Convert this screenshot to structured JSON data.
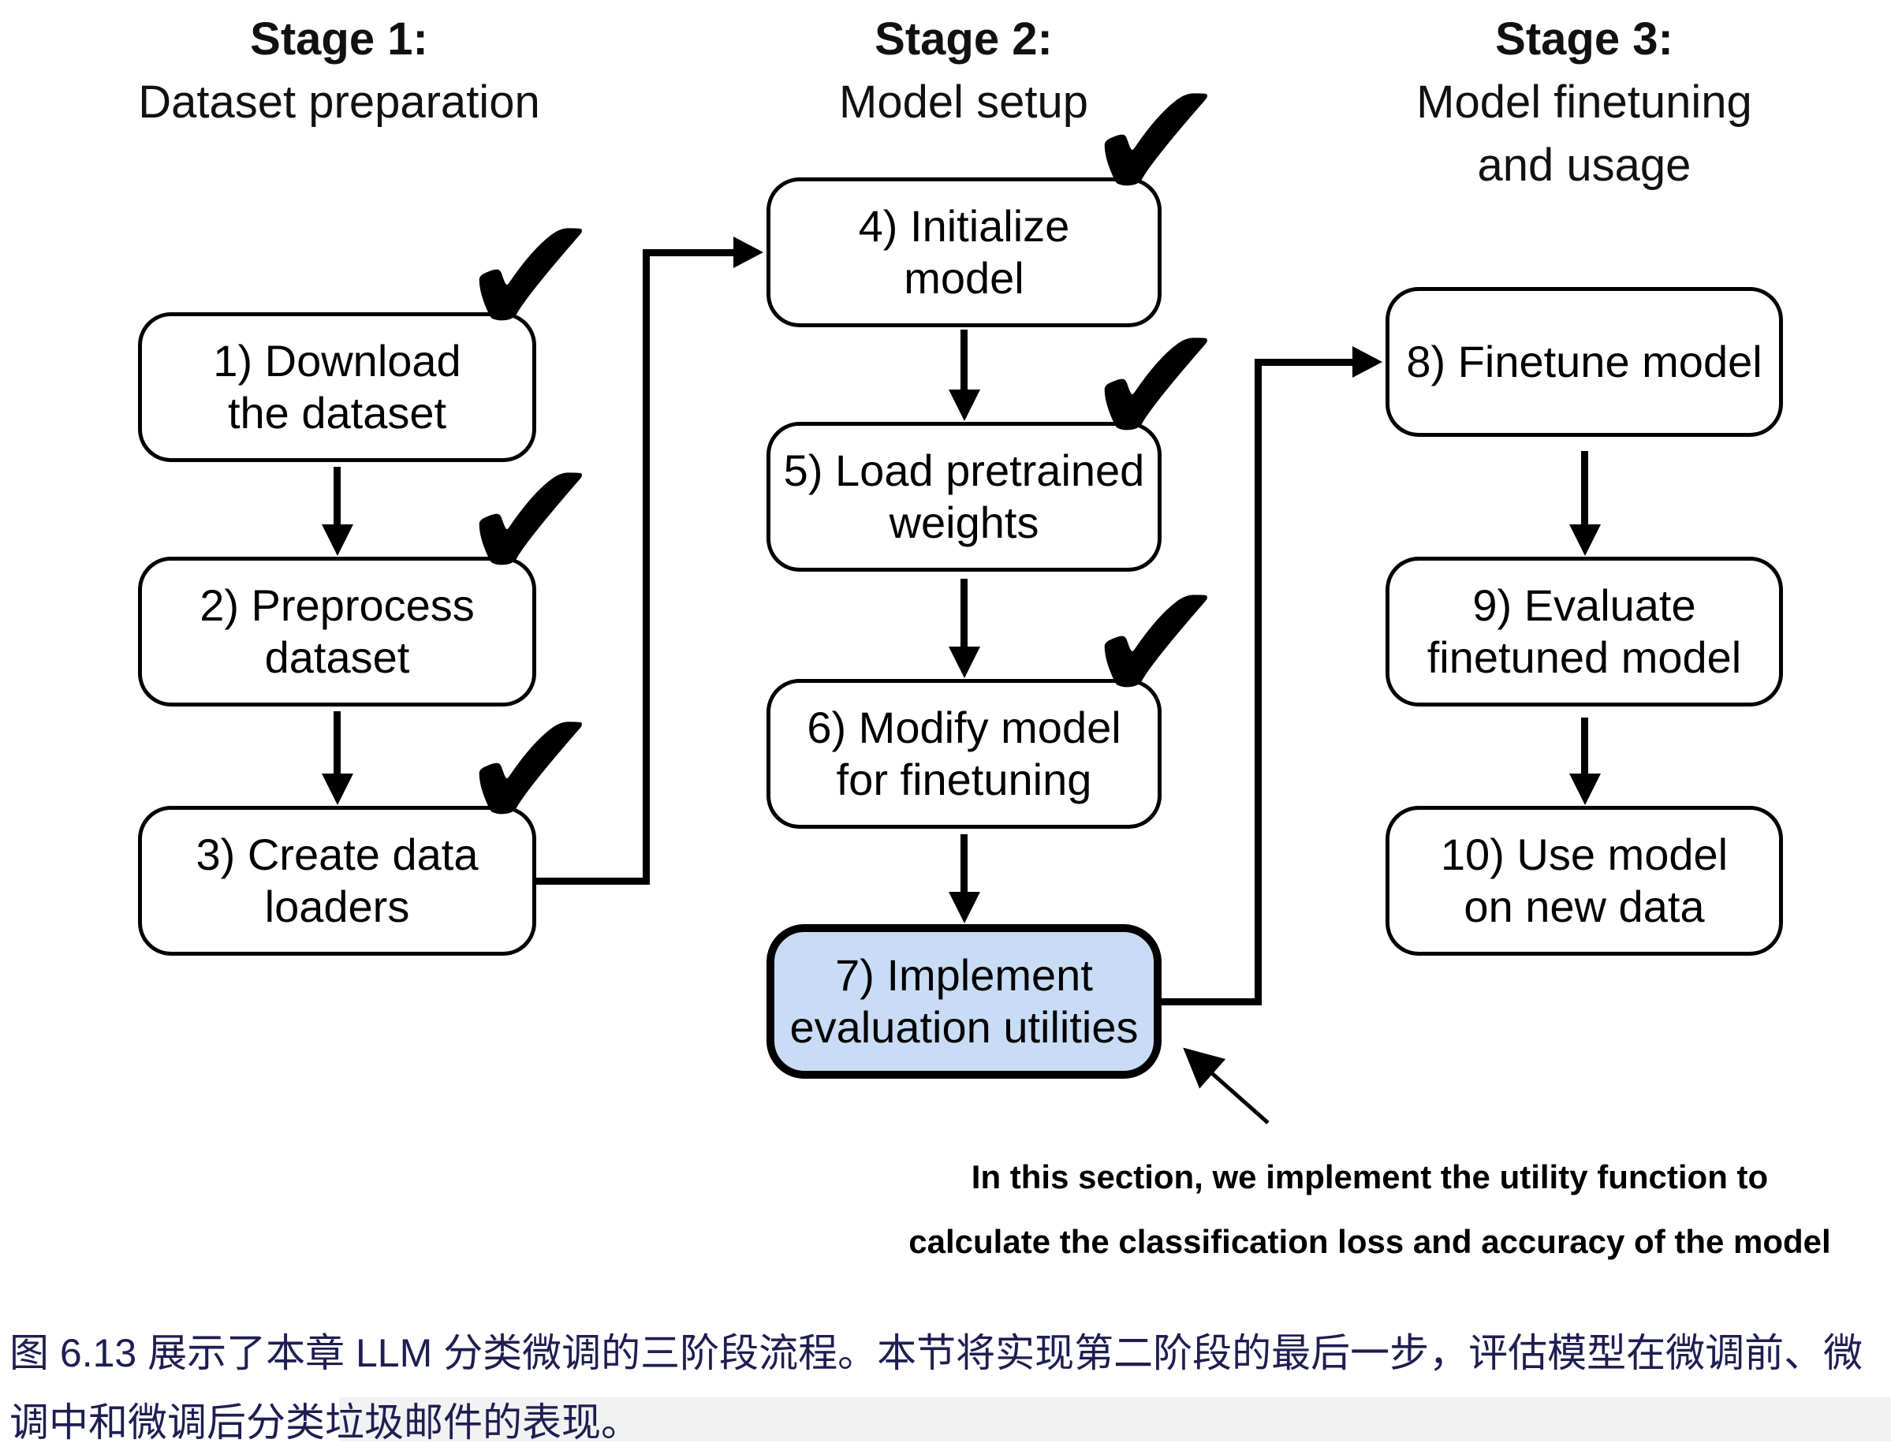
{
  "stages": [
    {
      "title": "Stage 1:",
      "subtitle": "Dataset preparation"
    },
    {
      "title": "Stage 2:",
      "subtitle": "Model setup"
    },
    {
      "title": "Stage 3:",
      "subtitle": "Model finetuning\nand usage"
    }
  ],
  "boxes": [
    {
      "label": "1) Download\nthe dataset",
      "checked": true
    },
    {
      "label": "2) Preprocess\ndataset",
      "checked": true
    },
    {
      "label": "3) Create data\nloaders",
      "checked": true
    },
    {
      "label": "4) Initialize\nmodel",
      "checked": true
    },
    {
      "label": "5) Load pretrained\nweights",
      "checked": true
    },
    {
      "label": "6) Modify model\nfor finetuning",
      "checked": true
    },
    {
      "label": "7) Implement\nevaluation utilities",
      "checked": false,
      "highlighted": true
    },
    {
      "label": "8) Finetune model",
      "checked": false
    },
    {
      "label": "9) Evaluate\nfinetuned model",
      "checked": false
    },
    {
      "label": "10) Use model\non new data",
      "checked": false
    }
  ],
  "annotation": {
    "text": "In this section, we implement the utility function to\ncalculate the classification loss and accuracy of the model"
  },
  "caption": {
    "text": "图 6.13 展示了本章 LLM 分类微调的三阶段流程。本节将实现第二阶段的最后一步，评估模型在微调前、微\n调中和微调后分类垃圾邮件的表现。"
  },
  "icons": {
    "checkmark": "✔"
  },
  "colors": {
    "highlight_box_fill": "#c9dcf5",
    "diagram_line": "#000000",
    "caption_text": "#1e1e52"
  }
}
